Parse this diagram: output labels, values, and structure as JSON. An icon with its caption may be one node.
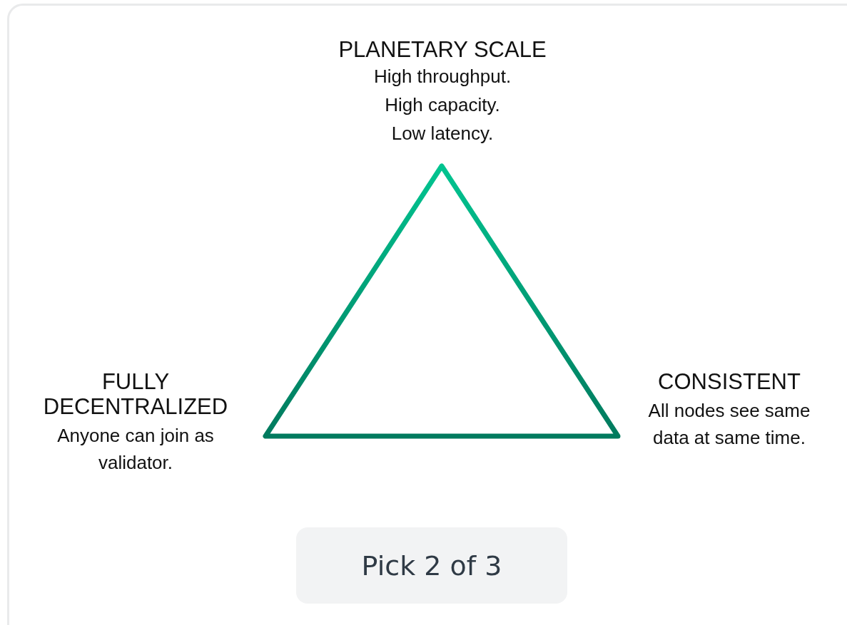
{
  "diagram": {
    "nodes": [
      {
        "text": [
          "PLANETARY SCALE",
          "High throughput.",
          "High capacity.",
          "Low latency."
        ]
      },
      {
        "text": [
          "FULLY DECENTRALIZED",
          "Anyone can join as validator."
        ]
      },
      {
        "text": [
          "CONSISTENT",
          "All nodes see same data at same time."
        ]
      },
      {
        "text": [],
        "shape": "triangle"
      },
      {
        "text": [
          "Pick 2 of 3"
        ]
      }
    ]
  }
}
